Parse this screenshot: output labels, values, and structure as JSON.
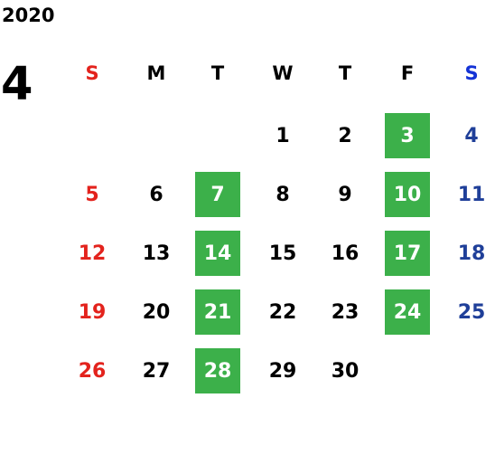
{
  "calendar": {
    "year": "2020",
    "month": "4",
    "colors": {
      "sunday": "#e3231d",
      "saturday": "#1f3f99",
      "saturday_header": "#1433d6",
      "weekday": "#000000",
      "highlight_bg": "#3cb04a",
      "highlight_text": "#ffffff"
    },
    "weekdays": [
      "S",
      "M",
      "T",
      "W",
      "T",
      "F",
      "S"
    ],
    "weeks": [
      [
        "",
        "",
        "",
        "1",
        "2",
        "3",
        "4"
      ],
      [
        "5",
        "6",
        "7",
        "8",
        "9",
        "10",
        "11"
      ],
      [
        "12",
        "13",
        "14",
        "15",
        "16",
        "17",
        "18"
      ],
      [
        "19",
        "20",
        "21",
        "22",
        "23",
        "24",
        "25"
      ],
      [
        "26",
        "27",
        "28",
        "29",
        "30",
        "",
        ""
      ]
    ],
    "highlighted_days": [
      "3",
      "7",
      "10",
      "14",
      "17",
      "21",
      "24",
      "28"
    ]
  }
}
